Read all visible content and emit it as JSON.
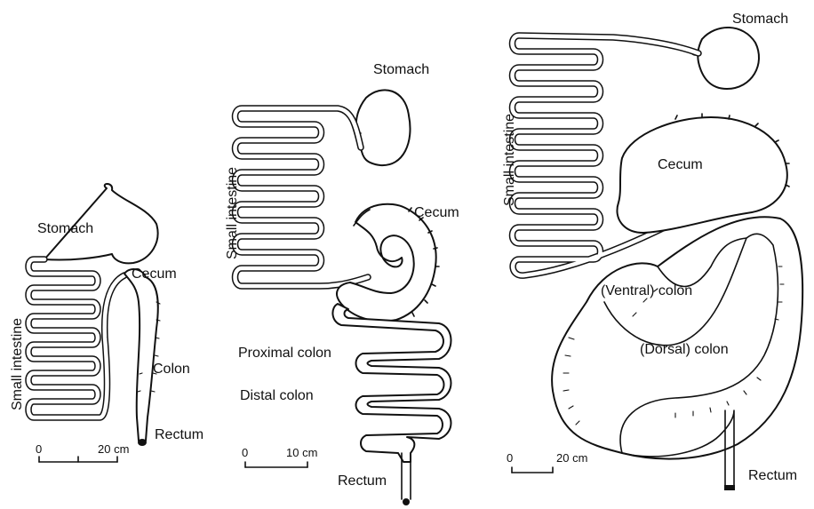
{
  "panels": {
    "left": {
      "stomach": "Stomach",
      "small_intestine": "Small intestine",
      "cecum": "Cecum",
      "colon": "Colon",
      "rectum": "Rectum",
      "scale_zero": "0",
      "scale_length": "20 cm"
    },
    "middle": {
      "stomach": "Stomach",
      "small_intestine": "Small intestine",
      "cecum": "Cecum",
      "proximal_colon": "Proximal colon",
      "distal_colon": "Distal colon",
      "rectum": "Rectum",
      "scale_zero": "0",
      "scale_length": "10 cm"
    },
    "right": {
      "stomach": "Stomach",
      "small_intestine": "Small intestine",
      "cecum": "Cecum",
      "ventral_colon": "(Ventral) colon",
      "dorsal_colon": "(Dorsal) colon",
      "rectum": "Rectum",
      "scale_zero": "0",
      "scale_length": "20 cm"
    }
  }
}
